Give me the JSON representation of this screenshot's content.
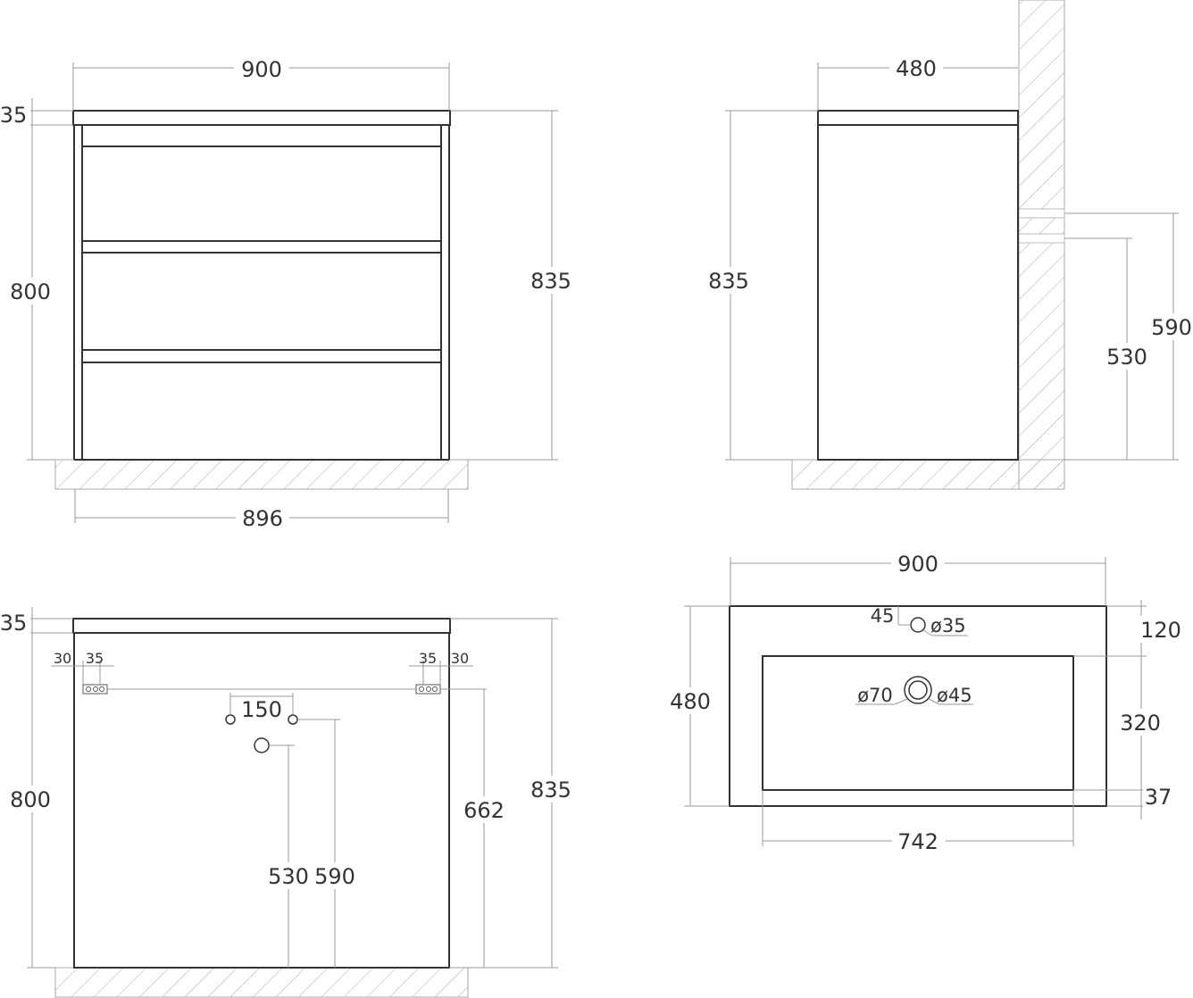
{
  "front_view": {
    "width_top": "900",
    "top_thickness": "35",
    "body_height": "800",
    "total_height": "835",
    "width_bottom": "896"
  },
  "side_view": {
    "depth": "480",
    "total_height": "835",
    "pipe_height_upper": "590",
    "pipe_height_lower": "530"
  },
  "back_view": {
    "top_thickness": "35",
    "body_height": "800",
    "total_height": "835",
    "bracket_left_offset": "30",
    "bracket_left_spacing": "35",
    "bracket_right_spacing": "35",
    "bracket_right_offset": "30",
    "pipe_spacing": "150",
    "mount_height": "662",
    "drain_height": "530",
    "pipes_height": "590"
  },
  "top_view": {
    "width": "900",
    "depth": "480",
    "tap_hole_offset": "45",
    "tap_hole_diameter": "ø35",
    "drain_outer_diameter": "ø70",
    "drain_inner_diameter": "ø45",
    "back_margin": "120",
    "bowl_depth": "320",
    "front_margin": "37",
    "bowl_width": "742"
  }
}
